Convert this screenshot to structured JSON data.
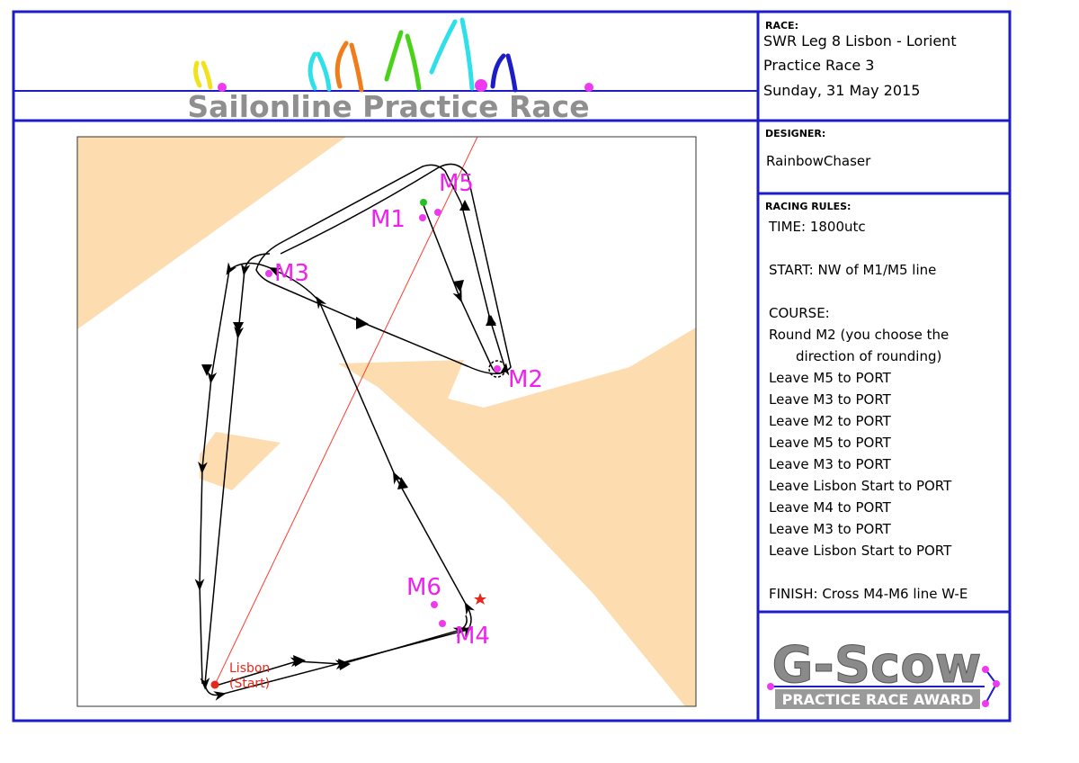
{
  "header": {
    "title": "Sailonline Practice Race"
  },
  "race": {
    "heading": "RACE:",
    "line1": "SWR Leg 8  Lisbon - Lorient",
    "line2": "Practice Race 3",
    "line3": "Sunday, 31 May 2015"
  },
  "designer": {
    "heading": "DESIGNER:",
    "name": "RainbowChaser"
  },
  "rules": {
    "heading": "RACING RULES:",
    "time": "TIME: 1800utc",
    "start": "START: NW of M1/M5 line",
    "course_heading": "COURSE:",
    "course": [
      "Round M2 (you choose the",
      "direction of rounding)",
      "Leave M5 to PORT",
      "Leave M3 to PORT",
      "Leave M2 to PORT",
      "Leave M5 to PORT",
      "Leave M3 to PORT",
      "Leave Lisbon Start to PORT",
      "Leave M4 to PORT",
      "Leave M3 to PORT",
      "Leave Lisbon Start to PORT"
    ],
    "finish": "FINISH: Cross M4-M6 line W-E"
  },
  "award": {
    "logo": "G-Scow",
    "subtitle": "PRACTICE RACE AWARD"
  },
  "map": {
    "marks": {
      "m1": "M1",
      "m2": "M2",
      "m3": "M3",
      "m4": "M4",
      "m5": "M5",
      "m6": "M6"
    },
    "start_label_1": "Lisbon",
    "start_label_2": "(Start)"
  },
  "colors": {
    "frame": "#1c1cc8",
    "land": "#fddcb0",
    "mark": "#ee3aee",
    "label": "#ee22ee",
    "rhumb": "#ff3b30",
    "start": "#e8261c",
    "title_gray": "#8f8f8f"
  }
}
